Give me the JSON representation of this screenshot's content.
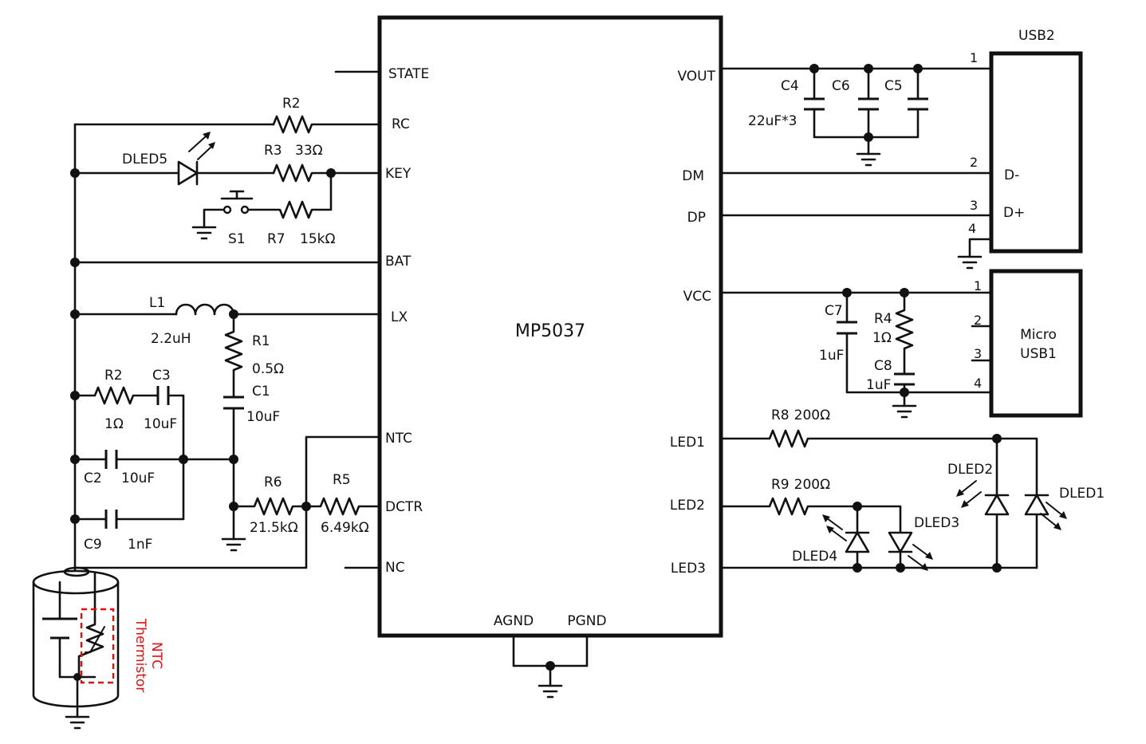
{
  "chip": {
    "name": "MP5037",
    "pins_left": [
      "STATE",
      "RC",
      "KEY",
      "BAT",
      "LX",
      "NTC",
      "DCTR",
      "NC"
    ],
    "pins_right": [
      "VOUT",
      "DM",
      "DP",
      "VCC",
      "LED1",
      "LED2",
      "LED3"
    ],
    "pins_bottom": [
      "AGND",
      "PGND"
    ]
  },
  "components": {
    "R2_top": {
      "ref": "R2"
    },
    "R3": {
      "ref": "R3",
      "value": "33Ω"
    },
    "DLED5": {
      "ref": "DLED5"
    },
    "S1": {
      "ref": "S1"
    },
    "R7": {
      "ref": "R7",
      "value": "15kΩ"
    },
    "L1": {
      "ref": "L1",
      "value": "2.2uH"
    },
    "R1": {
      "ref": "R1",
      "value": "0.5Ω"
    },
    "C1": {
      "ref": "C1",
      "value": "10uF"
    },
    "R2_low": {
      "ref": "R2",
      "value": "1Ω"
    },
    "C3": {
      "ref": "C3",
      "value": "10uF"
    },
    "C2": {
      "ref": "C2",
      "value": "10uF"
    },
    "C9": {
      "ref": "C9",
      "value": "1nF"
    },
    "R6": {
      "ref": "R6",
      "value": "21.5kΩ"
    },
    "R5": {
      "ref": "R5",
      "value": "6.49kΩ"
    },
    "C4": {
      "ref": "C4",
      "value": "22uF*3"
    },
    "C6": {
      "ref": "C6"
    },
    "C5": {
      "ref": "C5"
    },
    "C7": {
      "ref": "C7",
      "value": "1uF"
    },
    "R4": {
      "ref": "R4",
      "value": "1Ω"
    },
    "C8": {
      "ref": "C8",
      "value": "1uF"
    },
    "R8": {
      "ref": "R8",
      "value": "200Ω"
    },
    "R9": {
      "ref": "R9",
      "value": "200Ω"
    },
    "DLED1": {
      "ref": "DLED1"
    },
    "DLED2": {
      "ref": "DLED2"
    },
    "DLED3": {
      "ref": "DLED3"
    },
    "DLED4": {
      "ref": "DLED4"
    }
  },
  "connectors": {
    "usb2": {
      "name": "USB2",
      "pins": [
        "1",
        "2",
        "3",
        "4"
      ],
      "signals": [
        "D-",
        "D+"
      ]
    },
    "micro_usb1": {
      "name_line1": "Micro",
      "name_line2": "USB1",
      "pins": [
        "1",
        "2",
        "3",
        "4"
      ]
    }
  },
  "thermistor": {
    "line1": "NTC",
    "line2": "Thermistor"
  },
  "colors": {
    "wire": "#111111",
    "thermistor": "#e01010",
    "background": "#ffffff"
  }
}
